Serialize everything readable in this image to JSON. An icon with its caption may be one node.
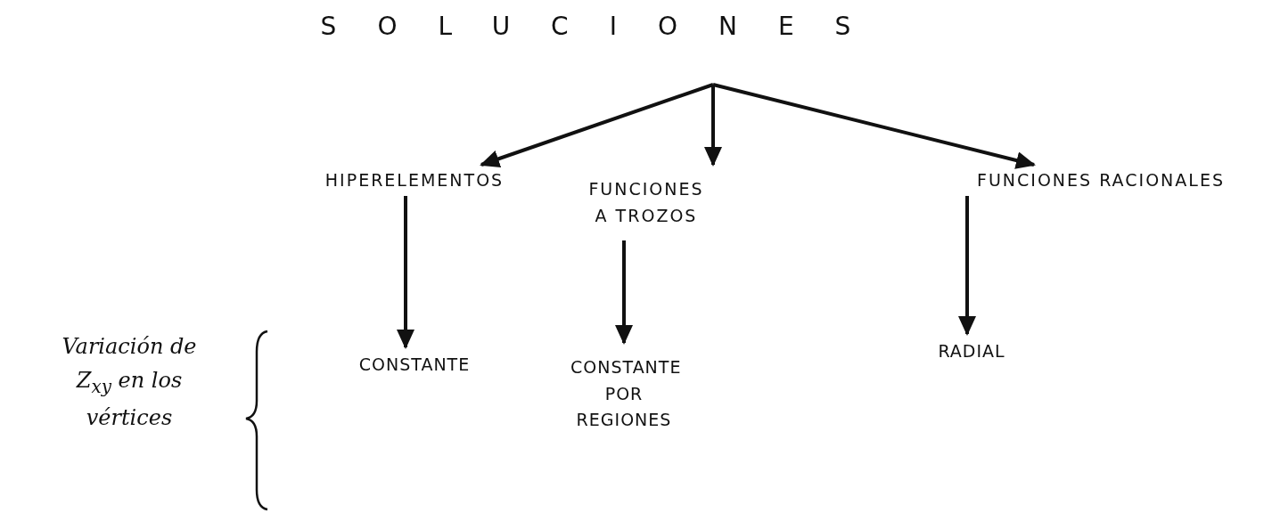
{
  "diagram": {
    "nodes": [
      {
        "text": [
          "SOLUCIONES"
        ]
      },
      {
        "text": [
          "HIPERELEMENTOS"
        ]
      },
      {
        "text": [
          "FUNCIONES A TROZOS"
        ]
      },
      {
        "text": [
          "FUNCIONES RACIONALES"
        ]
      },
      {
        "text": [
          "CONSTANTE"
        ]
      },
      {
        "text": [
          "CONSTANTE POR REGIONES"
        ]
      },
      {
        "text": [
          "RADIAL"
        ]
      }
    ],
    "edges": [
      {
        "from": 0,
        "to": 1,
        "arrow": "to"
      },
      {
        "from": 0,
        "to": 2,
        "arrow": "to"
      },
      {
        "from": 0,
        "to": 3,
        "arrow": "to"
      },
      {
        "from": 1,
        "to": 4,
        "arrow": "to"
      },
      {
        "from": 2,
        "to": 5,
        "arrow": "to"
      },
      {
        "from": 3,
        "to": 6,
        "arrow": "to"
      }
    ],
    "labels": [
      "Variación de Z$_{xy}$ en los vértices"
    ]
  }
}
